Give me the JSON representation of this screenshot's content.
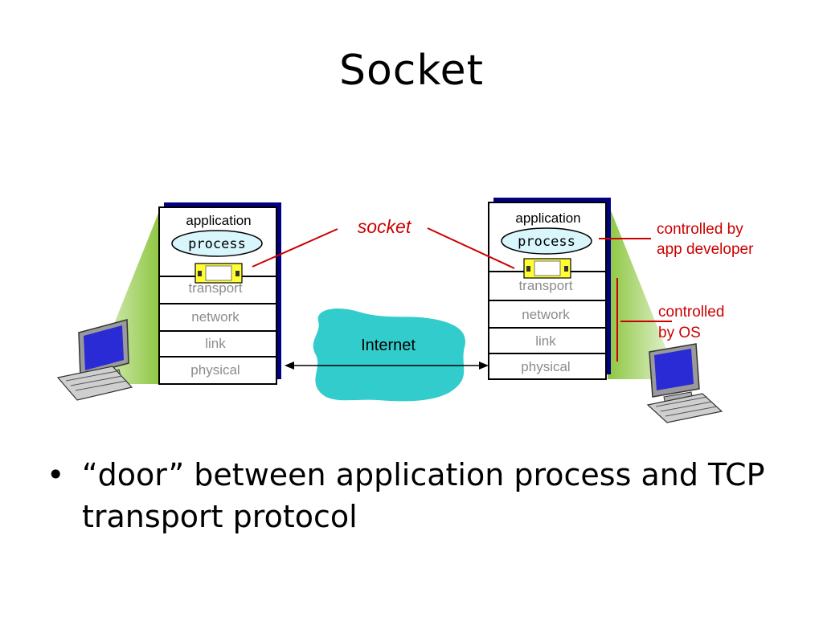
{
  "title": "Socket",
  "left_stack": {
    "application": "application",
    "process": "process",
    "transport": "transport",
    "network": "network",
    "link": "link",
    "physical": "physical"
  },
  "right_stack": {
    "application": "application",
    "process": "process",
    "transport": "transport",
    "network": "network",
    "link": "link",
    "physical": "physical"
  },
  "socket_label": "socket",
  "internet_label": "Internet",
  "annotations": {
    "app_developer": [
      "controlled by",
      "app developer"
    ],
    "os": [
      "controlled",
      "by OS"
    ]
  },
  "bullet": "“door” between application process and TCP transport protocol",
  "colors": {
    "annotation": "#cc0000",
    "cloud": "#33cccc",
    "stack_shadow": "#000080",
    "wedge": "#8cc63f",
    "socket_box": "#ffff33"
  }
}
